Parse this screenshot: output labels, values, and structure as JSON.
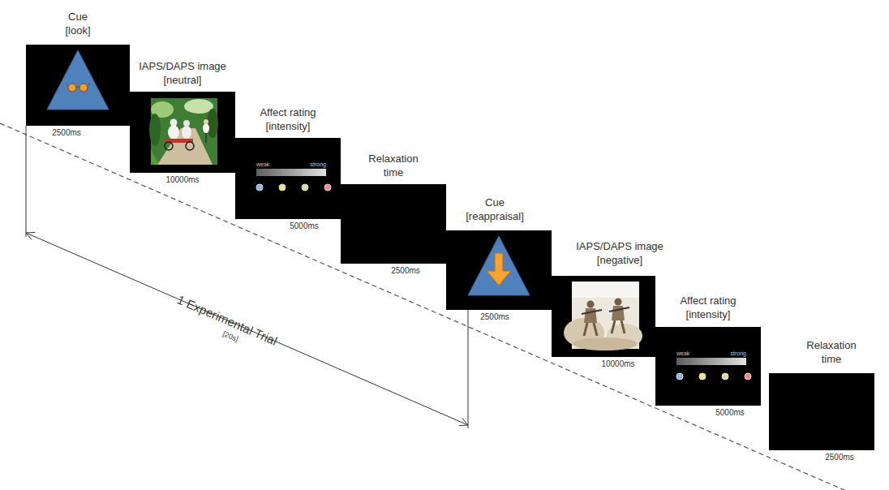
{
  "diagram": {
    "nodes": [
      {
        "text": [
          "Cue [look]",
          "2500ms"
        ]
      },
      {
        "text": [
          "IAPS/DAPS image [neutral]",
          "10000ms"
        ]
      },
      {
        "text": [
          "Affect rating [intensity]",
          "weak",
          "strong",
          "5000ms"
        ]
      },
      {
        "text": [
          "Relaxation time",
          "2500ms"
        ]
      },
      {
        "text": [
          "Cue [reappraisal]",
          "2500ms"
        ]
      },
      {
        "text": [
          "IAPS/DAPS image [negative]",
          "10000ms"
        ]
      },
      {
        "text": [
          "Affect rating [intensity]",
          "weak",
          "strong",
          "5000ms"
        ]
      },
      {
        "text": [
          "Relaxation time",
          "2500ms"
        ]
      }
    ],
    "labels": [
      "1 Experimental Trial",
      "[20s]"
    ]
  }
}
